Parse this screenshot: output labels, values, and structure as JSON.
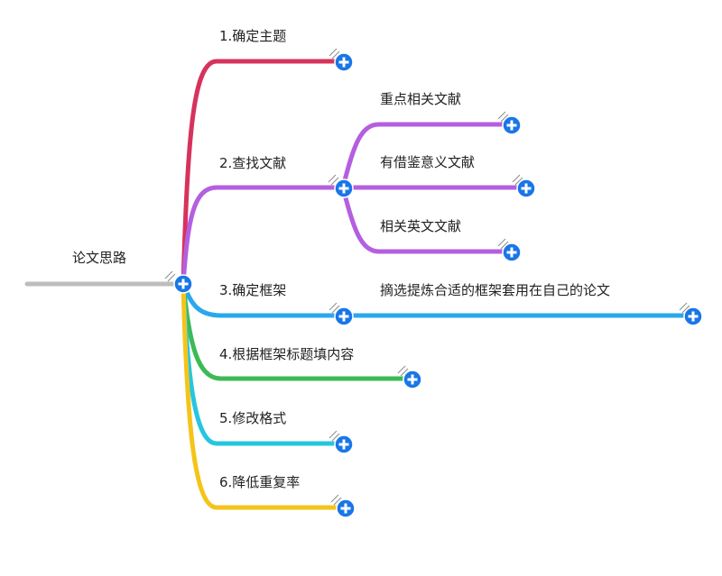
{
  "root": {
    "label": "论文思路",
    "line_color": "#bdbdbd"
  },
  "colors": {
    "button_fill": "#1976e6",
    "button_glyph": "#ffffff",
    "grip": "#8a8a8a"
  },
  "branches": [
    {
      "label": "1.确定主题",
      "color": "#d6335c"
    },
    {
      "label": "2.查找文献",
      "color": "#b45fe0",
      "children": [
        {
          "label": "重点相关文献"
        },
        {
          "label": "有借鉴意义文献"
        },
        {
          "label": "相关英文文献"
        }
      ]
    },
    {
      "label": "3.确定框架",
      "color": "#2aa8ec",
      "children": [
        {
          "label": "摘选提炼合适的框架套用在自己的论文"
        }
      ]
    },
    {
      "label": "4.根据框架标题填内容",
      "color": "#3dba55"
    },
    {
      "label": "5.修改格式",
      "color": "#25c6e0"
    },
    {
      "label": "6.降低重复率",
      "color": "#f5c41a"
    }
  ]
}
